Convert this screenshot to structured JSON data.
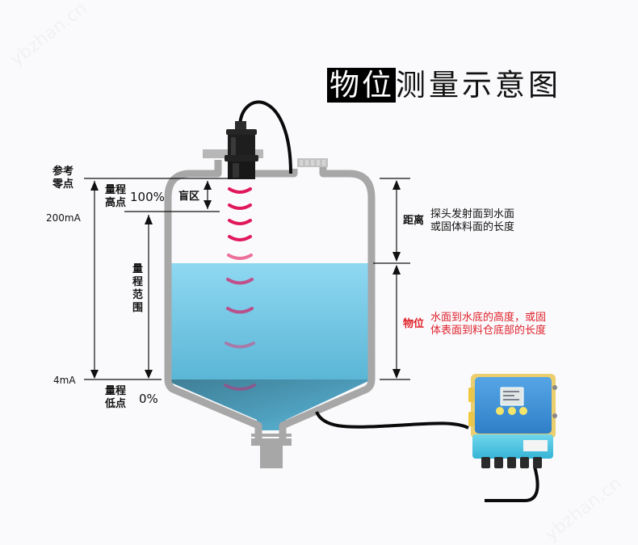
{
  "title": {
    "highlight": "物位",
    "rest": "测量示意图"
  },
  "watermark": "ybzhan.cn",
  "left_scale": {
    "reference_zero": [
      "参考",
      "零点"
    ],
    "current_high": "200mA",
    "current_low": "4mA",
    "range_high_label": [
      "量程",
      "高点"
    ],
    "range_high_percent": "100%",
    "range_low_label": [
      "量程",
      "低点"
    ],
    "range_low_percent": "0%",
    "range_span": "量程范围",
    "blind_zone": "盲区"
  },
  "right_annotations": {
    "distance": {
      "label": "距离",
      "description": [
        "探头发射面到水面",
        "或固体料面的长度"
      ]
    },
    "level": {
      "label": "物位",
      "description": [
        "水面到水底的高度，或固",
        "体表面到料仓底部的长度"
      ]
    }
  },
  "colors": {
    "tank_wall": "#a7a7a7",
    "liquid_top": "#86d3ee",
    "liquid_bottom": "#5fb8d8",
    "wave": "#e0185a",
    "accent_red": "#e0202a",
    "controller_blue": "#3a8fd6",
    "controller_teal": "#4cc3de"
  },
  "icons": {
    "sensor": "ultrasonic-probe-icon",
    "controller": "level-transmitter-controller-icon"
  }
}
